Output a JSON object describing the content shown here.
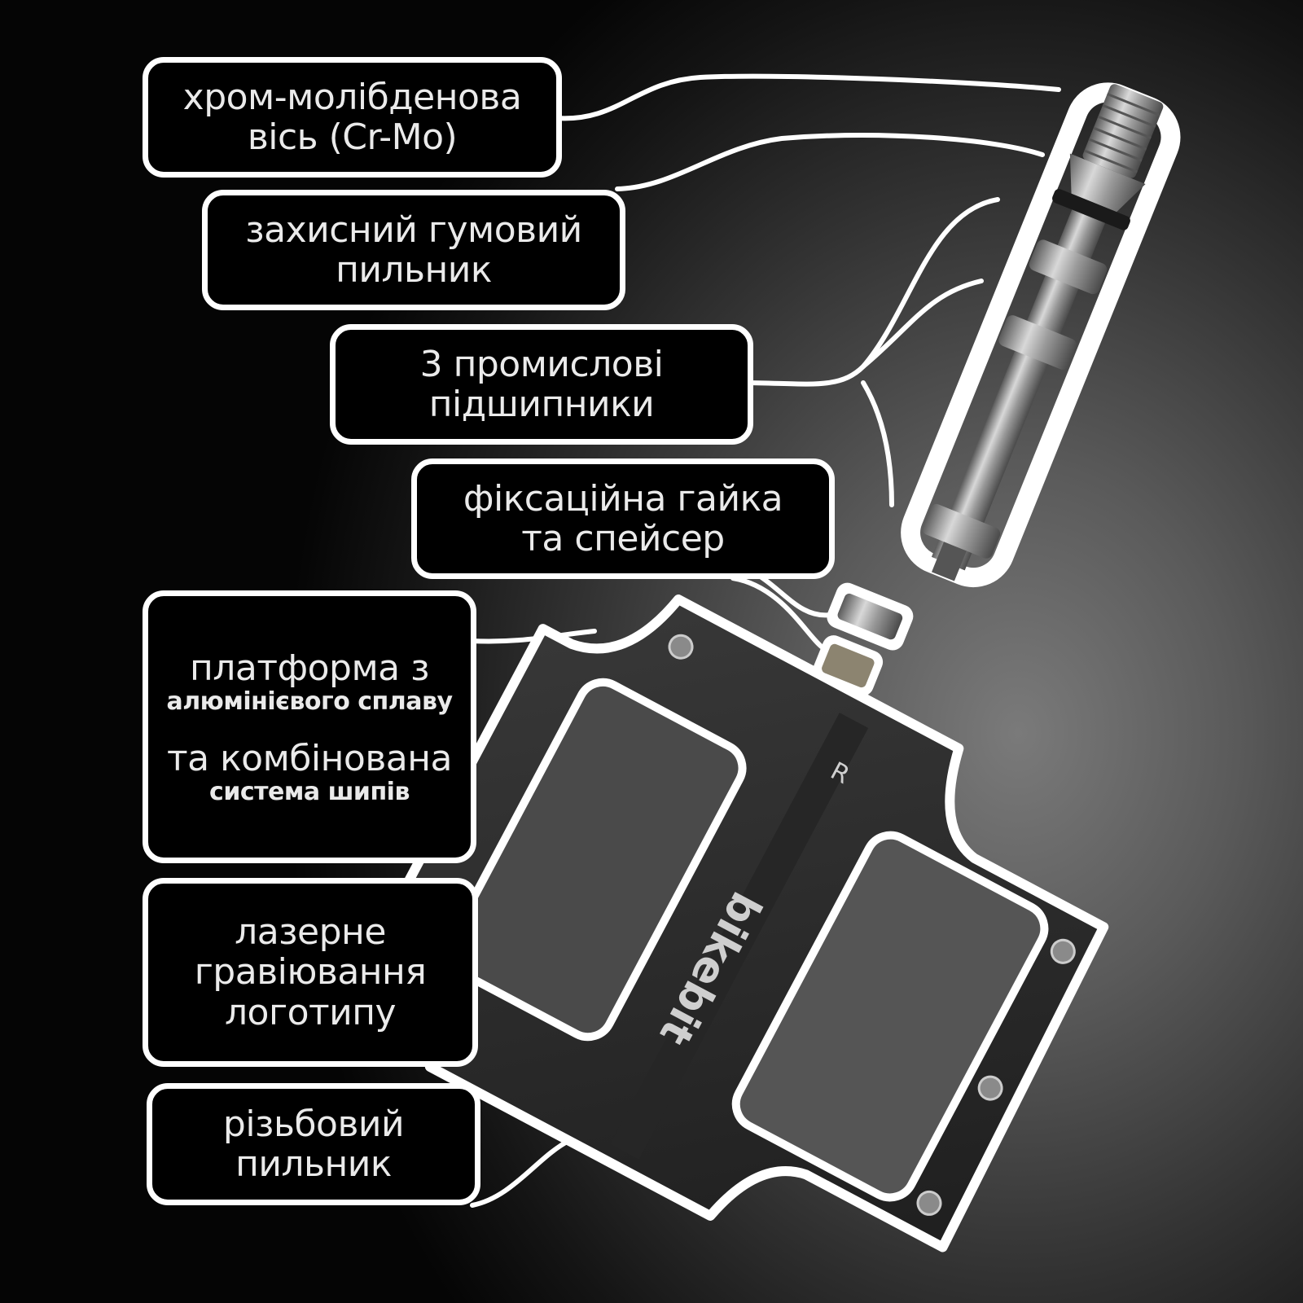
{
  "diagram": {
    "product": "bike pedal",
    "brand_engraving": "bikebit",
    "side_marking": "R",
    "colors": {
      "label_bg": "#000000",
      "label_border": "#ffffff",
      "label_text": "#eaeaea",
      "connector": "#ffffff",
      "pedal_body": "#2a2a2a"
    }
  },
  "labels": [
    {
      "id": "axle",
      "lines": [
        "хром-молібденова",
        "вісь (Cr-Mo)"
      ]
    },
    {
      "id": "rubber-seal",
      "lines": [
        "захисний гумовий",
        "пильник"
      ]
    },
    {
      "id": "bearings",
      "lines": [
        "3 промислові",
        "підшипники"
      ]
    },
    {
      "id": "lock-nut",
      "lines": [
        "фіксаційна гайка",
        "та спейсер"
      ]
    },
    {
      "id": "platform",
      "lines": [
        "платформа з",
        "алюмінієвого сплаву",
        "та комбінована",
        "система шипів"
      ]
    },
    {
      "id": "logo",
      "lines": [
        "лазерне",
        "гравіювання",
        "логотипу"
      ]
    },
    {
      "id": "threaded-cap",
      "lines": [
        "різьбовий",
        "пильник"
      ]
    }
  ]
}
